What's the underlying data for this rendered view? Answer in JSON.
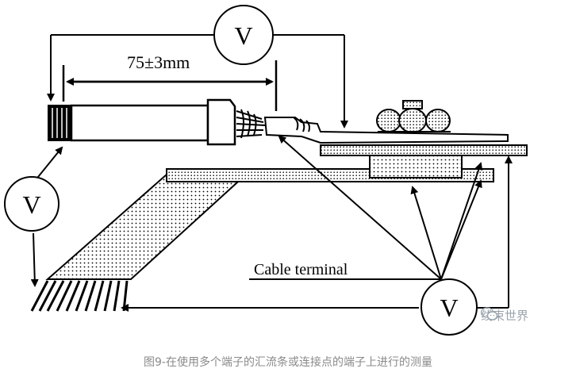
{
  "diagram": {
    "dimension_label": "75±3mm",
    "voltmeter_symbol": "V",
    "cable_terminal_label": "Cable terminal"
  },
  "caption": "图9-在使用多个端子的汇流条或连接点的端子上进行的测量",
  "watermark": {
    "text": "线束世界",
    "icon": "wechat-icon"
  },
  "colors": {
    "ink": "#000000",
    "caption": "#8a8a8a",
    "watermark": "#9aa3ad"
  }
}
